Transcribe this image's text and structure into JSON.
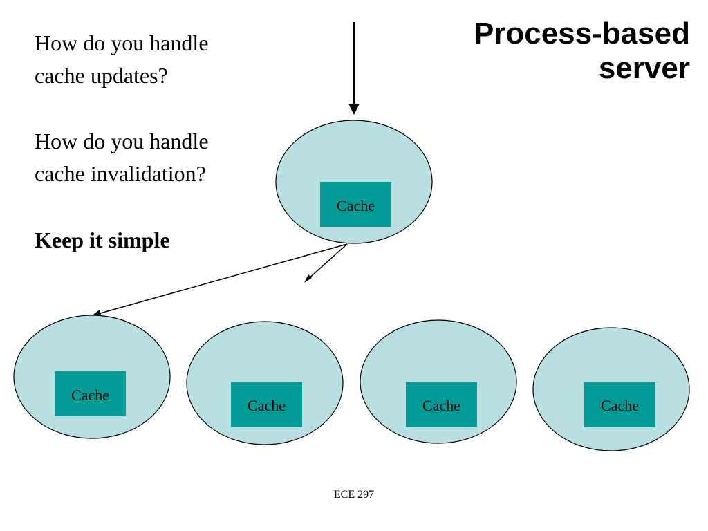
{
  "title": {
    "line1": "Process-based",
    "line2": "server"
  },
  "questions": [
    {
      "line1": "How do you handle",
      "line2": "cache updates?"
    },
    {
      "line1": "How do you handle",
      "line2": "cache invalidation?"
    }
  ],
  "emphasis": "Keep it simple",
  "diagram": {
    "node_fill": "#b9dfe3",
    "cache_fill": "#009b94",
    "parent_cache_label": "Cache",
    "child_cache_labels": [
      "Cache",
      "Cache",
      "Cache",
      "Cache"
    ]
  },
  "footer": "ECE 297"
}
